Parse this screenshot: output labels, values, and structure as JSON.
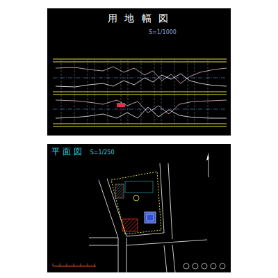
{
  "diagram": {
    "nodes": [
      {
        "text": [
          "用 地 幅 図",
          "S=1/1000"
        ]
      },
      {
        "text": [
          "平 面 図",
          "S=1/250"
        ]
      }
    ]
  }
}
